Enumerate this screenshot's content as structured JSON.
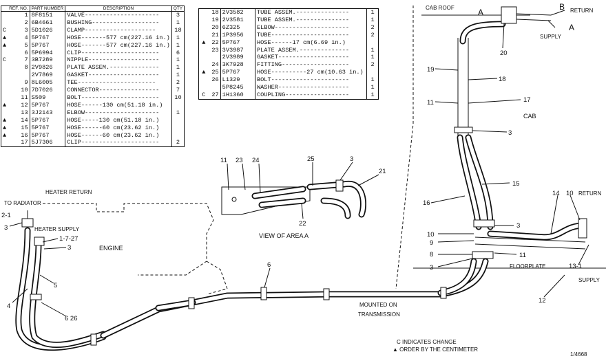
{
  "table_left": {
    "headers": {
      "ref": "REF. NO.",
      "part": "PART NUMBER",
      "desc": "DESCRIPTION",
      "qty": "QTY"
    },
    "rows": [
      {
        "mark": "",
        "ref": "1",
        "part": "8F8151",
        "desc": "VALVE---------------------",
        "qty": "3"
      },
      {
        "mark": "",
        "ref": "2",
        "part": "6B4661",
        "desc": "BUSHING-------------------",
        "qty": "1"
      },
      {
        "mark": "C",
        "ref": "3",
        "part": "5D1026",
        "desc": "CLAMP--------------------",
        "qty": "18"
      },
      {
        "mark": "▲",
        "ref": "4",
        "part": "5P767",
        "desc": "HOSE-------577 cm(227.16 in.)",
        "qty": "1"
      },
      {
        "mark": "▲",
        "ref": "5",
        "part": "5P767",
        "desc": "HOSE-------577 cm(227.16 in.)",
        "qty": "1"
      },
      {
        "mark": "",
        "ref": "6",
        "part": "5P6994",
        "desc": "CLIP----------------------",
        "qty": "6"
      },
      {
        "mark": "C",
        "ref": "7",
        "part": "3B7289",
        "desc": "NIPPLE--------------------",
        "qty": "1"
      },
      {
        "mark": "",
        "ref": "8",
        "part": "2V9826",
        "desc": "PLATE ASSEM.--------------",
        "qty": "1"
      },
      {
        "mark": "",
        "ref": "",
        "part": "2V7869",
        "desc": "GASKET--------------------",
        "qty": "1"
      },
      {
        "mark": "",
        "ref": "9",
        "part": "8L6005",
        "desc": "TEE----------------------",
        "qty": "2"
      },
      {
        "mark": "",
        "ref": "10",
        "part": "7D7026",
        "desc": "CONNECTOR-----------------",
        "qty": "7"
      },
      {
        "mark": "",
        "ref": "11",
        "part": "S509",
        "desc": "BOLT----------------------",
        "qty": "10"
      },
      {
        "mark": "▲",
        "ref": "12",
        "part": "5P767",
        "desc": "HOSE------130 cm(51.18 in.)",
        "qty": ""
      },
      {
        "mark": "",
        "ref": "13",
        "part": "3J2143",
        "desc": "ELBOW---------------------",
        "qty": "1"
      },
      {
        "mark": "▲",
        "ref": "14",
        "part": "5P767",
        "desc": "HOSE-----130 cm(51.18 in.)",
        "qty": ""
      },
      {
        "mark": "▲",
        "ref": "15",
        "part": "5P767",
        "desc": "HOSE------60 cm(23.62 in.)",
        "qty": ""
      },
      {
        "mark": "▲",
        "ref": "16",
        "part": "5P767",
        "desc": "HOSE------60 cm(23.62 in.)",
        "qty": ""
      },
      {
        "mark": "",
        "ref": "17",
        "part": "5J7306",
        "desc": "CLIP----------------------",
        "qty": "2"
      }
    ]
  },
  "table_right": {
    "rows": [
      {
        "mark": "",
        "ref": "18",
        "part": "2V3582",
        "desc": "TUBE ASSEM.---------------",
        "qty": "1"
      },
      {
        "mark": "",
        "ref": "19",
        "part": "2V3581",
        "desc": "TUBE ASSEM.---------------",
        "qty": "1"
      },
      {
        "mark": "",
        "ref": "20",
        "part": "6Z325",
        "desc": "ELBOW---------------------",
        "qty": "2"
      },
      {
        "mark": "",
        "ref": "21",
        "part": "1P3956",
        "desc": "TUBE----------------------",
        "qty": "2"
      },
      {
        "mark": "▲",
        "ref": "22",
        "part": "5P767",
        "desc": "HOSE------17 cm(6.69 in.)",
        "qty": ""
      },
      {
        "mark": "",
        "ref": "23",
        "part": "3V3987",
        "desc": "PLATE ASSEM.--------------",
        "qty": "1"
      },
      {
        "mark": "",
        "ref": "",
        "part": "2V3989",
        "desc": "GASKET--------------------",
        "qty": "1"
      },
      {
        "mark": "",
        "ref": "24",
        "part": "3K7928",
        "desc": "FITTING-------------------",
        "qty": "2"
      },
      {
        "mark": "▲",
        "ref": "25",
        "part": "5P767",
        "desc": "HOSE----------27 cm(10.63 in.)",
        "qty": ""
      },
      {
        "mark": "",
        "ref": "26",
        "part": "L1329",
        "desc": "BOLT----------------------",
        "qty": "1"
      },
      {
        "mark": "",
        "ref": "",
        "part": "5P8245",
        "desc": "WASHER--------------------",
        "qty": "1"
      },
      {
        "mark": "C",
        "ref": "27",
        "part": "1H1360",
        "desc": "COUPLING------------------",
        "qty": "1"
      }
    ]
  },
  "labels": {
    "to_radiator": "TO RADIATOR",
    "heater_return": "HEATER RETURN",
    "heater_supply": "HEATER SUPPLY",
    "engine": "ENGINE",
    "view_of_area": "VIEW OF AREA A",
    "mounted_on_1": "MOUNTED ON",
    "mounted_on_2": "TRANSMISSION",
    "cab_roof": "CAB ROOF",
    "cab": "CAB",
    "floorplate": "FLOORPLATE",
    "return_top": "RETURN",
    "supply_top": "SUPPLY",
    "return_right": "RETURN",
    "supply_right": "SUPPLY",
    "letter_a_top": "A",
    "letter_b_top": "B",
    "letter_a_right": "A",
    "note_change": "C INDICATES CHANGE",
    "note_order": "▲ ORDER BY THE CENTIMETER",
    "figure_number": "1/4668"
  },
  "callouts": {
    "c2_1": "2-1",
    "c3_left": "3",
    "c1_7_27": "1-7-27",
    "c3_hs": "3",
    "c4": "4",
    "c5": "5",
    "c6_26": "6 26",
    "c6_mid": "6",
    "c11_v": "11",
    "c23_v": "23",
    "c24_v": "24",
    "c25_v": "25",
    "c3_v": "3",
    "c21_v": "21",
    "c22_v": "22",
    "c20": "20",
    "c19": "19",
    "c18": "18",
    "c11_r": "11",
    "c17": "17",
    "c3_r1": "3",
    "c15": "15",
    "c16": "16",
    "c3_r2": "3",
    "c10": "10",
    "c9": "9",
    "c11_r2": "11",
    "c8": "8",
    "c3_r3": "3",
    "c12": "12",
    "c14": "14",
    "c10_r": "10",
    "c13_1": "13-1"
  }
}
